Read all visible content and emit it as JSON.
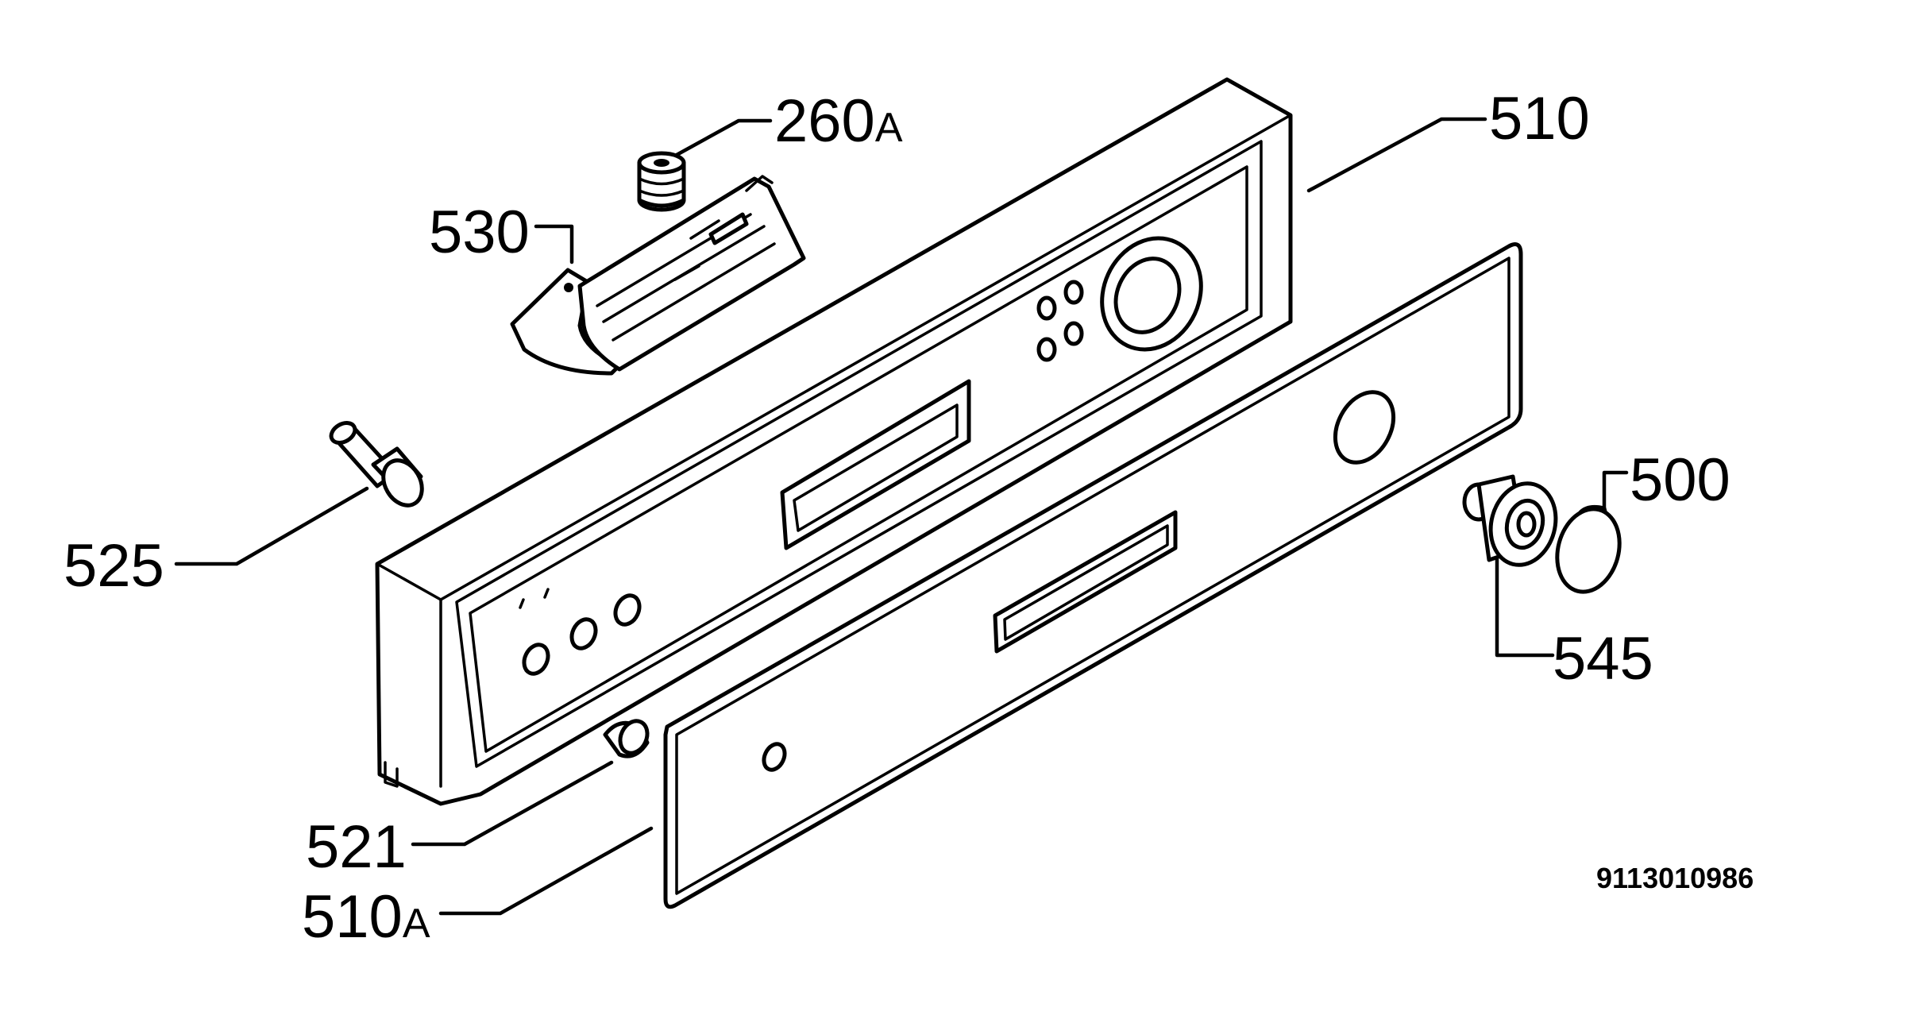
{
  "diagram": {
    "callouts": [
      {
        "id": "260A",
        "number": "260",
        "suffix": "A"
      },
      {
        "id": "510",
        "number": "510",
        "suffix": ""
      },
      {
        "id": "530",
        "number": "530",
        "suffix": ""
      },
      {
        "id": "525",
        "number": "525",
        "suffix": ""
      },
      {
        "id": "500",
        "number": "500",
        "suffix": ""
      },
      {
        "id": "545",
        "number": "545",
        "suffix": ""
      },
      {
        "id": "521",
        "number": "521",
        "suffix": ""
      },
      {
        "id": "510A",
        "number": "510",
        "suffix": "A"
      }
    ],
    "document_number": "9113010986"
  }
}
